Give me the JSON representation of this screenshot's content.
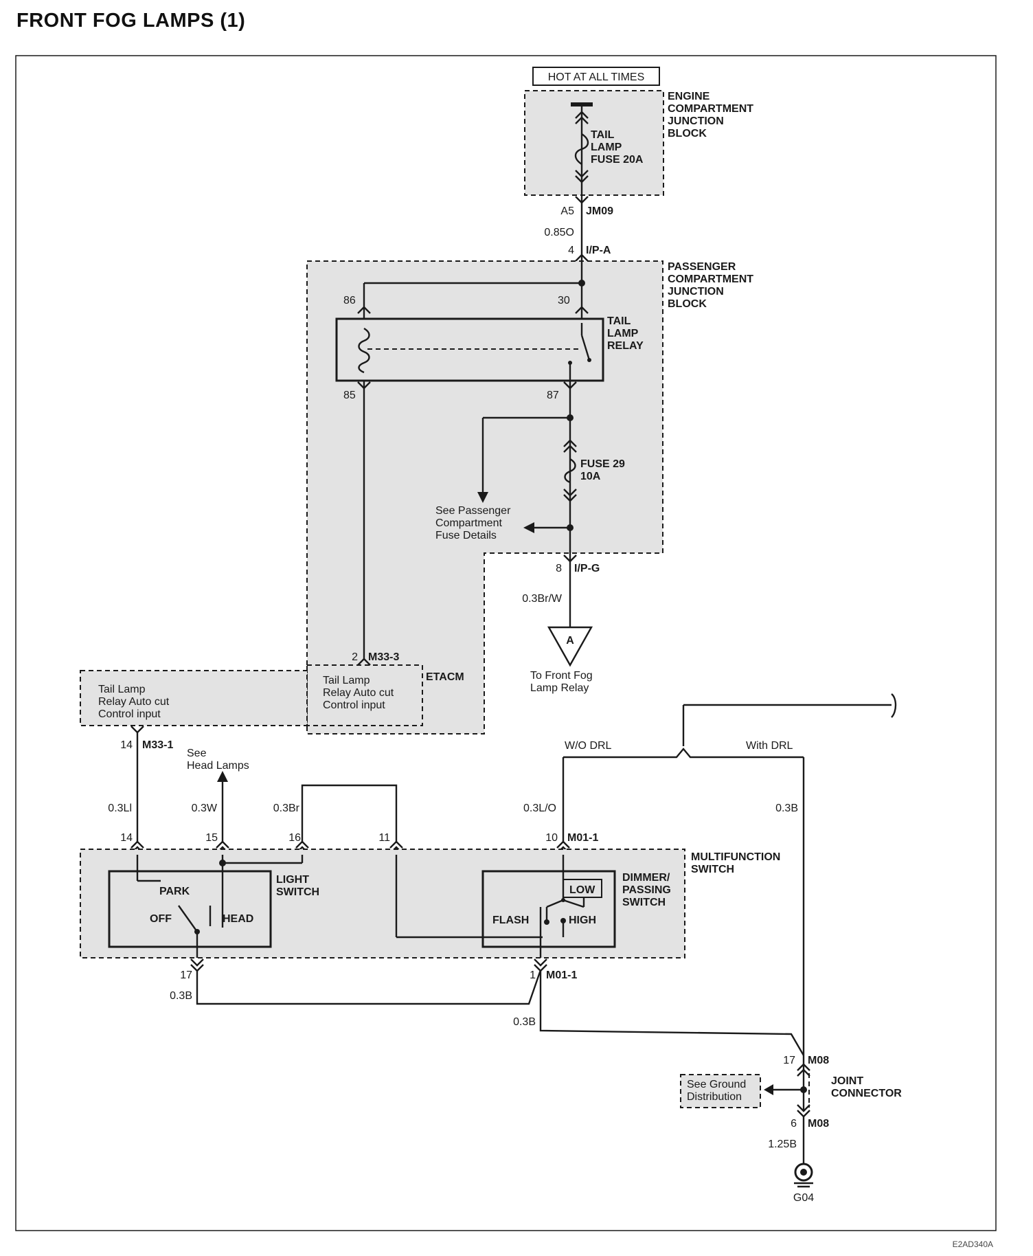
{
  "title": "FRONT FOG LAMPS (1)",
  "power": {
    "label": "HOT AT ALL TIMES"
  },
  "engine_block": {
    "name": [
      "ENGINE",
      "COMPARTMENT",
      "JUNCTION",
      "BLOCK"
    ],
    "fuse": [
      "TAIL",
      "LAMP",
      "FUSE 20A"
    ],
    "pin": "A5",
    "connector": "JM09"
  },
  "wire_top": "0.85O",
  "ipa": {
    "pin": "4",
    "connector": "I/P-A"
  },
  "passenger_block": {
    "name": [
      "PASSENGER",
      "COMPARTMENT",
      "JUNCTION",
      "BLOCK"
    ],
    "relay": [
      "TAIL",
      "LAMP",
      "RELAY"
    ],
    "pins": {
      "p86": "86",
      "p30": "30",
      "p85": "85",
      "p87": "87"
    },
    "fuse": [
      "FUSE 29",
      "10A"
    ],
    "see": [
      "See Passenger",
      "Compartment",
      "Fuse Details"
    ]
  },
  "ipg": {
    "pin": "8",
    "connector": "I/P-G",
    "wire": "0.3Br/W"
  },
  "connector_a": {
    "label": "A",
    "note": [
      "To Front Fog",
      "Lamp Relay"
    ]
  },
  "etacm": {
    "pin": "2",
    "connector": "M33-3",
    "name": "ETACM",
    "text": [
      "Tail Lamp",
      "Relay Auto cut",
      "Control input"
    ]
  },
  "left_module": {
    "text": [
      "Tail Lamp",
      "Relay Auto cut",
      "Control input"
    ],
    "pin": "14",
    "connector": "M33-1"
  },
  "see_head_lamps": [
    "See",
    "Head Lamps"
  ],
  "drl": {
    "without": "W/O DRL",
    "with": "With DRL"
  },
  "wires": {
    "w14": "0.3Ll",
    "w15": "0.3W",
    "w16": "0.3Br",
    "w10": "0.3L/O",
    "wdrl": "0.3B"
  },
  "multifunction": {
    "name": [
      "MULTIFUNCTION",
      "SWITCH"
    ],
    "pins": {
      "p14": "14",
      "p15": "15",
      "p16": "16",
      "p11": "11",
      "p10": "10"
    },
    "top_connector": "M01-1",
    "light_switch": {
      "name": [
        "LIGHT",
        "SWITCH"
      ],
      "park": "PARK",
      "off": "OFF",
      "head": "HEAD"
    },
    "dimmer": {
      "name": [
        "DIMMER/",
        "PASSING",
        "SWITCH"
      ],
      "low": "LOW",
      "high": "HIGH",
      "flash": "FLASH"
    },
    "pin17": "17",
    "pin1": "1",
    "bottom_connector": "M01-1"
  },
  "ground_wires": {
    "w17": "0.3B",
    "w1": "0.3B"
  },
  "joint": {
    "name": [
      "JOINT",
      "CONNECTOR"
    ],
    "top_pin": "17",
    "top_connector": "M08",
    "see": [
      "See Ground",
      "Distribution"
    ],
    "bottom_pin": "6",
    "bottom_connector": "M08",
    "wire": "1.25B",
    "ground": "G04"
  },
  "ref_code": "E2AD340A"
}
